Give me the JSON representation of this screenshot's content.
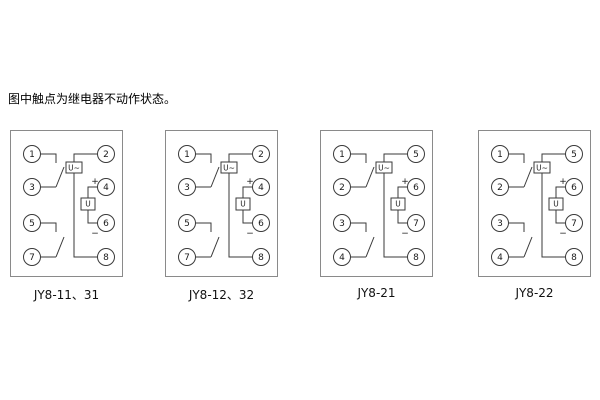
{
  "caption": "图中触点为继电器不动作状态。",
  "panels": [
    {
      "label": "JY8-11、31",
      "ac_element": "U~",
      "dc_element": "U",
      "plus": "+",
      "minus": "−",
      "terminals": {
        "l1": "1",
        "l2": "3",
        "l3": "5",
        "l4": "7",
        "r1": "2",
        "r2": "4",
        "r3": "6",
        "r4": "8"
      }
    },
    {
      "label": "JY8-12、32",
      "ac_element": "U~",
      "dc_element": "U",
      "plus": "+",
      "minus": "−",
      "terminals": {
        "l1": "1",
        "l2": "3",
        "l3": "5",
        "l4": "7",
        "r1": "2",
        "r2": "4",
        "r3": "6",
        "r4": "8"
      }
    },
    {
      "label": "JY8-21",
      "ac_element": "U~",
      "dc_element": "U",
      "plus": "+",
      "minus": "−",
      "terminals": {
        "l1": "1",
        "l2": "2",
        "l3": "3",
        "l4": "4",
        "r1": "5",
        "r2": "6",
        "r3": "7",
        "r4": "8"
      }
    },
    {
      "label": "JY8-22",
      "ac_element": "U~",
      "dc_element": "U",
      "plus": "+",
      "minus": "−",
      "terminals": {
        "l1": "1",
        "l2": "2",
        "l3": "3",
        "l4": "4",
        "r1": "5",
        "r2": "6",
        "r3": "7",
        "r4": "8"
      }
    }
  ]
}
